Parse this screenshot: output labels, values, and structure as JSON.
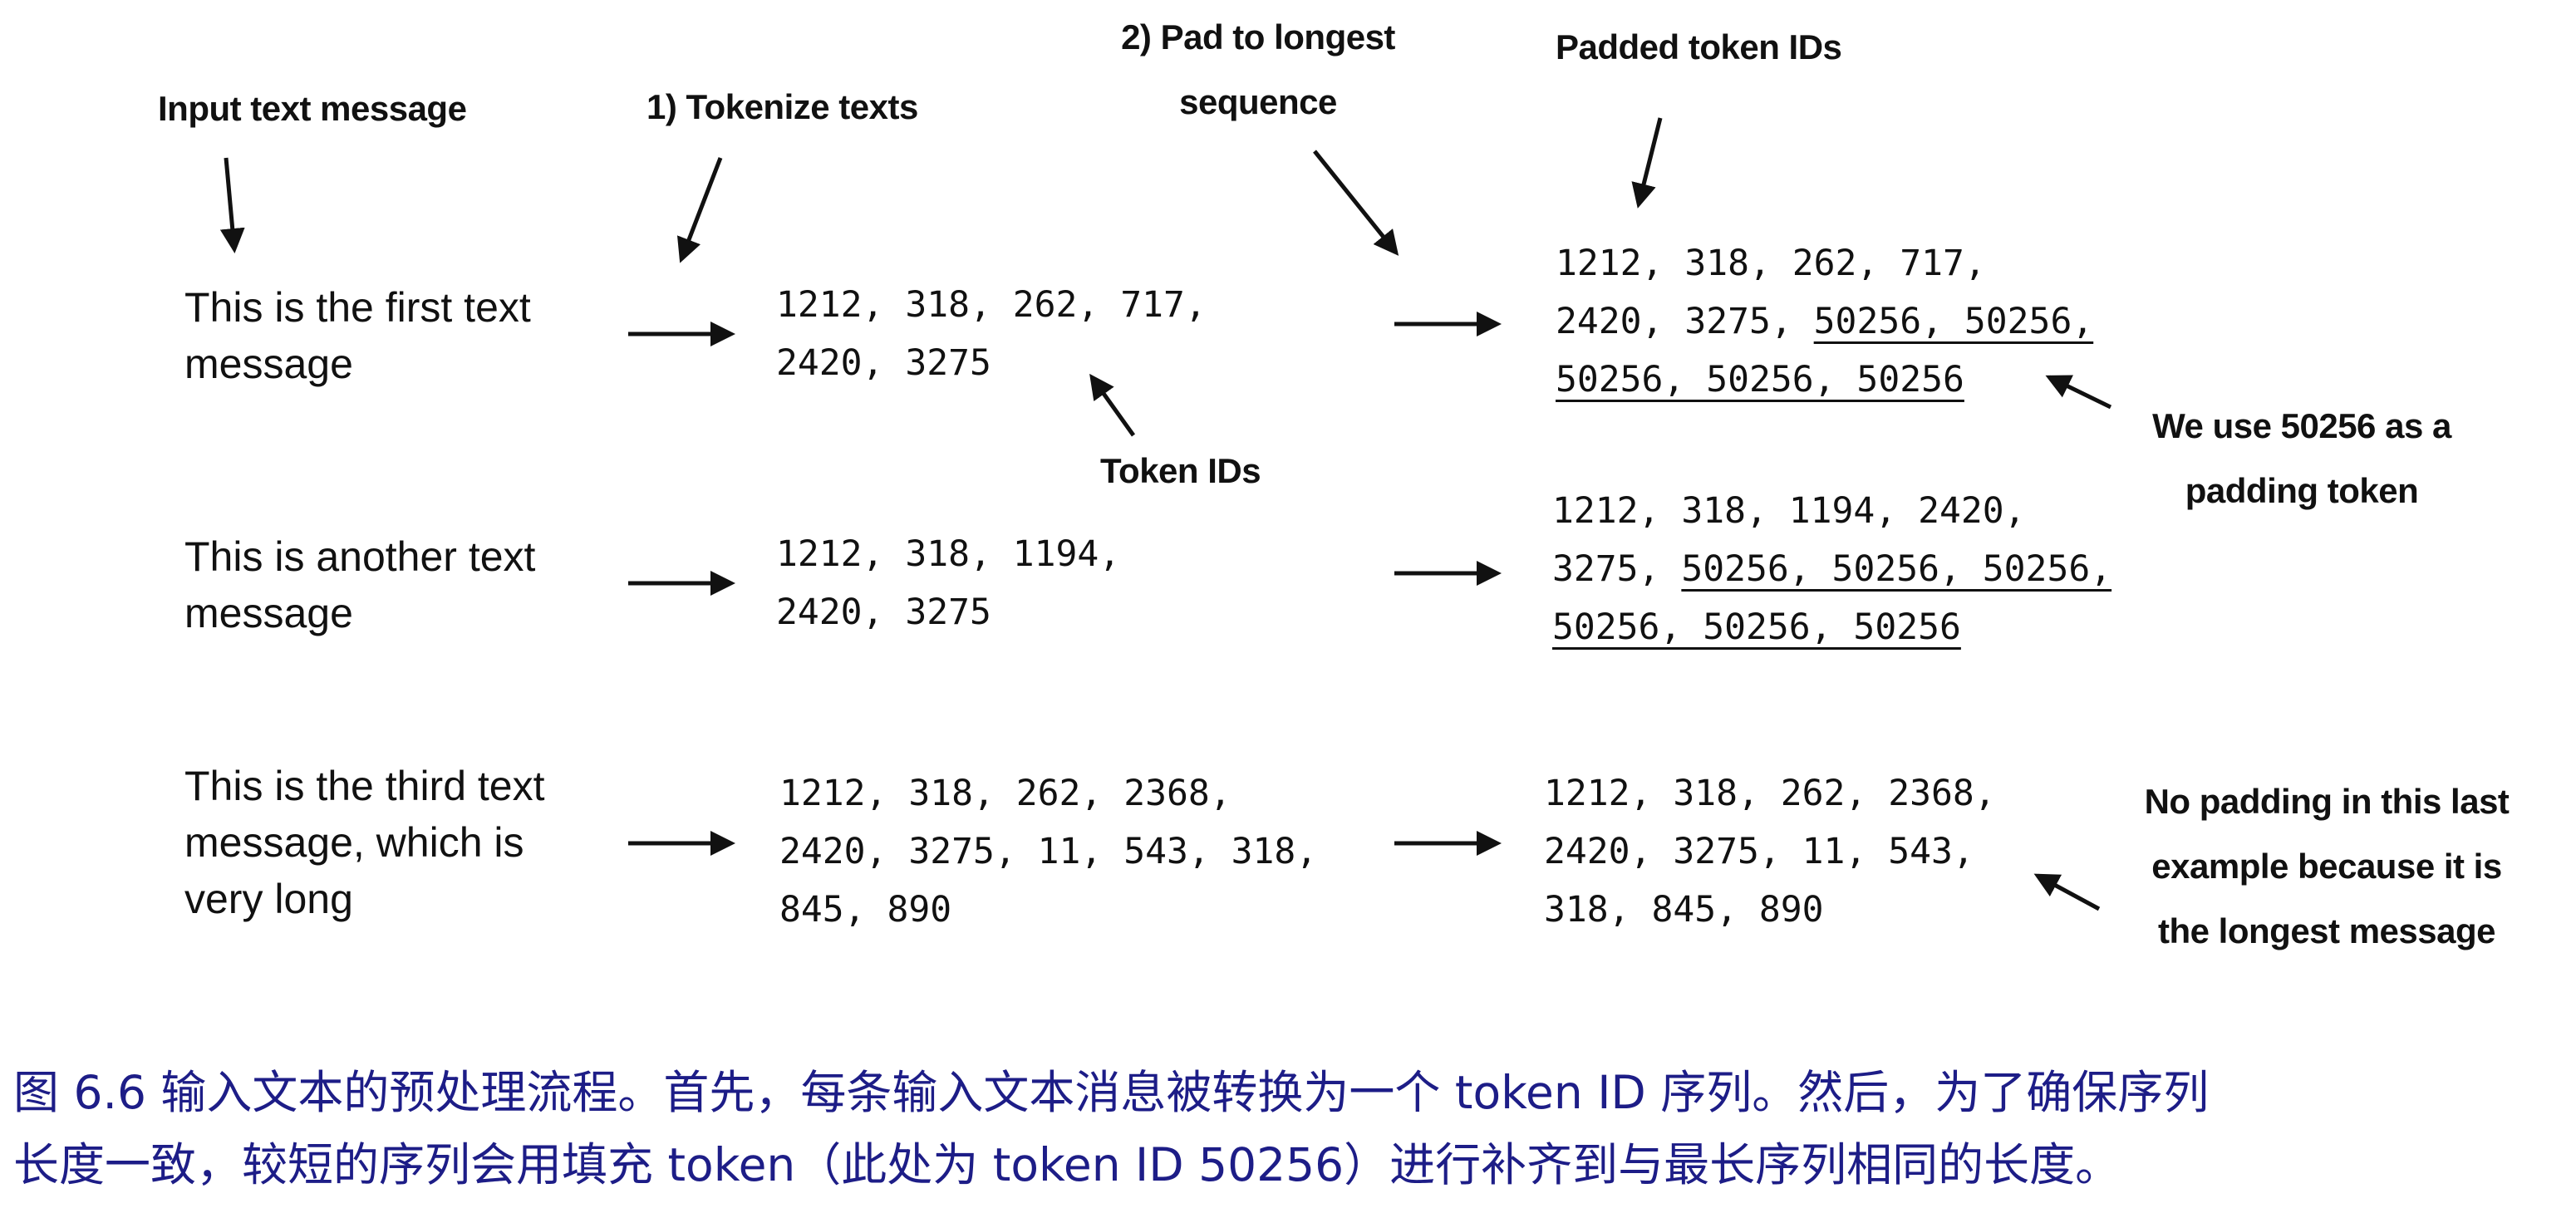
{
  "annotations": {
    "input_text_message": "Input text message",
    "tokenize": "1) Tokenize texts",
    "pad_line1": "2) Pad to longest",
    "pad_line2": "sequence",
    "padded_token_ids": "Padded token IDs",
    "token_ids": "Token IDs",
    "padding_note_line1": "We use 50256 as a",
    "padding_note_line2": "padding token",
    "no_padding_line1": "No padding in this last",
    "no_padding_line2": "example because it is",
    "no_padding_line3": "the longest message"
  },
  "rows": [
    {
      "message_lines": [
        "This is the first text",
        "message"
      ],
      "token_lines": [
        "1212, 318, 262, 717,",
        "2420, 3275"
      ],
      "padded_lines": [
        {
          "plain": "1212, 318, 262, 717,",
          "padding": ""
        },
        {
          "plain": "2420, 3275, ",
          "padding": "50256, 50256,"
        },
        {
          "plain": "",
          "padding": "50256, 50256, 50256"
        }
      ]
    },
    {
      "message_lines": [
        "This is another text",
        "message"
      ],
      "token_lines": [
        "1212, 318, 1194,",
        "2420, 3275"
      ],
      "padded_lines": [
        {
          "plain": "1212, 318, 1194, 2420,",
          "padding": ""
        },
        {
          "plain": "3275, ",
          "padding": "50256, 50256, 50256,"
        },
        {
          "plain": "",
          "padding": "50256, 50256, 50256"
        }
      ]
    },
    {
      "message_lines": [
        "This is the third text",
        "message, which is",
        "very long"
      ],
      "token_lines": [
        "1212, 318, 262, 2368,",
        "2420, 3275, 11, 543, 318,",
        "845, 890"
      ],
      "padded_lines": [
        {
          "plain": "1212, 318, 262, 2368,",
          "padding": ""
        },
        {
          "plain": "2420, 3275, 11, 543,",
          "padding": ""
        },
        {
          "plain": "318, 845, 890",
          "padding": ""
        }
      ]
    }
  ],
  "caption": {
    "line1": "图 6.6 输入文本的预处理流程。首先，每条输入文本消息被转换为一个 token ID 序列。然后，为了确保序列",
    "line2": "长度一致，较短的序列会用填充 token（此处为 token ID 50256）进行补齐到与最长序列相同的长度。"
  }
}
